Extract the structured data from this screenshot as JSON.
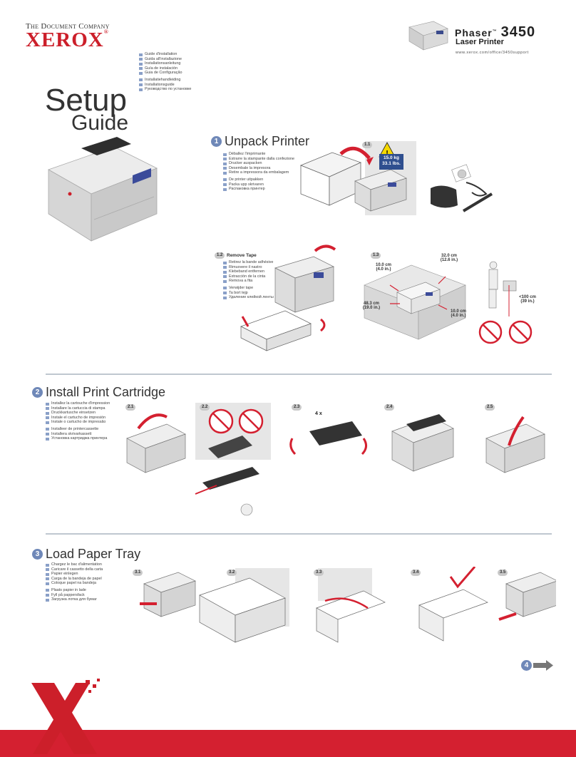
{
  "header": {
    "company": "The Document Company",
    "brand": "XEROX",
    "brand_mark": "®",
    "model_prefix": "Phaser",
    "model_tm": "™",
    "model_number": "3450",
    "subtitle": "Laser Printer",
    "url": "www.xerox.com/office/3450support"
  },
  "title": {
    "line1": "Setup",
    "line2": "Guide"
  },
  "languages": {
    "group1": [
      "Guide d'installation",
      "Guida all'installazione",
      "Installationsanleitung",
      "Guía de instalación",
      "Guia de Configuração"
    ],
    "group2": [
      "Installatiehandleiding",
      "Installationsguide",
      "Руководство по установке"
    ]
  },
  "section1": {
    "number": "1",
    "title": "Unpack Printer",
    "langs1": [
      "Déballez l'imprimante",
      "Estrarre la stampante dalla confezione",
      "Drucker auspacken",
      "Desembale la impresora",
      "Retire a impressora da embalagem"
    ],
    "langs2": [
      "De printer uitpakken",
      "Packa upp skrivaren",
      "Распаковка принтер"
    ],
    "step_1_1": "1.1",
    "weight_kg": "15.0 kg",
    "weight_lbs": "33.1 lbs.",
    "step_1_2": "1.2",
    "remove_tape": "Remove Tape",
    "tape_langs1": [
      "Retirez la bande adhésive",
      "Rimuovere il nastro",
      "Klebeband entfernen",
      "Extracción de la cinta",
      "Remova a fita"
    ],
    "tape_langs2": [
      "Verwijder tape",
      "Ta bort tejp",
      "Удаление клейкой ленты"
    ],
    "step_1_3": "1.3",
    "dims": {
      "top_left": [
        "10.0 cm",
        "(4.0 in.)"
      ],
      "top_right": [
        "32.0 cm",
        "(12.6 in.)"
      ],
      "left": [
        "48.3 cm",
        "(19.0 in.)"
      ],
      "bottom_right": [
        "10.0 cm",
        "(4.0 in.)"
      ],
      "height": [
        "<100 cm",
        "(39 in.)"
      ]
    }
  },
  "section2": {
    "number": "2",
    "title": "Install Print Cartridge",
    "langs1": [
      "Installez la cartouche d'impression",
      "Installare la cartuccia di stampa",
      "Druckkartusche einsetzen",
      "Instale el cartucho de impresión",
      "Instale o cartucho de impressão"
    ],
    "langs2": [
      "Installeer de printercassette",
      "Installera skrivarkassett",
      "Установка картриджа принтера"
    ],
    "steps": [
      "2.1",
      "2.2",
      "2.3",
      "2.4",
      "2.5"
    ],
    "shake": "4 x"
  },
  "section3": {
    "number": "3",
    "title": "Load Paper Tray",
    "langs1": [
      "Chargez le bac d'alimentation",
      "Caricare il cassetto della carta",
      "Papier einlegen",
      "Carga de la bandeja de papel",
      "Coloque papel na bandeja"
    ],
    "langs2": [
      "Plaats papier in lade",
      "Fyll på pappersfack",
      "Загрузка лотка для бумаг"
    ],
    "steps": [
      "3.1",
      "3.2",
      "3.3",
      "3.4",
      "3.5"
    ]
  },
  "next_step": "4",
  "colors": {
    "brand_red": "#cc1f2a",
    "step_blue": "#6f88b8",
    "rule_gray": "#bfc7d0",
    "footer_red": "#d42030"
  },
  "icons": [
    "printer-hero-image",
    "xerox-x-logo",
    "next-arrow-icon",
    "warning-icon"
  ]
}
